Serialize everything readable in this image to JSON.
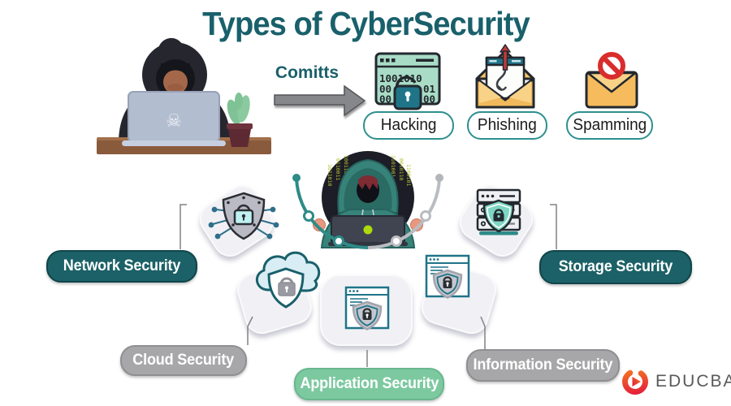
{
  "title": "Types of CyberSecurity",
  "attacker_section": {
    "arrow_label": "Comitts",
    "attacks": [
      {
        "label": "Hacking",
        "icon": "hacking-window-lock-icon"
      },
      {
        "label": "Phishing",
        "icon": "phishing-envelope-hook-icon"
      },
      {
        "label": "Spamming",
        "icon": "spamming-envelope-block-icon"
      }
    ],
    "hacking_binary": {
      "row1": "1001010",
      "row2_left": "00",
      "row2_right": "01",
      "row3_left": "00",
      "row3_right": "00"
    }
  },
  "wheel": {
    "center": "hacker-at-laptop",
    "segments": [
      {
        "label": "Network Security",
        "variant": "teal",
        "icon": "shield-circuit-lock-icon"
      },
      {
        "label": "Cloud Security",
        "variant": "gray",
        "icon": "cloud-shield-lock-icon"
      },
      {
        "label": "Application Security",
        "variant": "green",
        "icon": "browser-shield-lock-icon"
      },
      {
        "label": "Information Security",
        "variant": "gray",
        "icon": "browser-shield-lock-icon"
      },
      {
        "label": "Storage Security",
        "variant": "teal",
        "icon": "server-shield-lock-icon"
      }
    ]
  },
  "brand": {
    "name": "EDUCBA"
  },
  "glyphs": {
    "laptop_skull": "☠"
  },
  "colors": {
    "title_teal": "#19606b",
    "pill_teal": "#1b6167",
    "pill_gray": "#a7a7a9",
    "pill_green": "#7cc9a0",
    "attack_pill_border": "#2e8f8f",
    "arc_teal": "#2e8b87",
    "arc_gray": "#b9bcc0",
    "brand_red": "#e3173e",
    "brand_orange": "#f47b20"
  }
}
